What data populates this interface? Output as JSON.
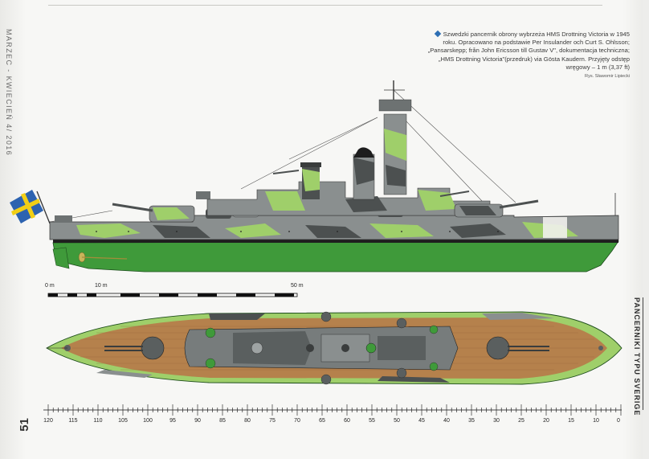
{
  "header": {
    "issue": "MARZEC - KWIECIEŃ 4/ 2016"
  },
  "page_number": "51",
  "caption": {
    "text": "Szwedzki pancernik obrony wybrzeża HMS Drottning Victoria w 1945 roku. Opracowano na podstawie Per Insulander och Curt S. Ohlsson; „Pansarskepp; från John Ericsson till Gustav V\", dokumentacja techniczna; „HMS Drottning Victoria\"(przedruk) via Gösta Kaudern. Przyjęty odstęp wręgowy – 1 m (3,37 ft)",
    "author": "Rys. Sławomir Lipiecki"
  },
  "series_tab": "PANCERNIKI TYPU SVERIGE",
  "scale_bar": {
    "labels": [
      "0 m",
      "10 m",
      "50 m"
    ]
  },
  "frame_ruler": {
    "labels": [
      "120",
      "115",
      "110",
      "105",
      "100",
      "95",
      "90",
      "85",
      "80",
      "75",
      "70",
      "65",
      "60",
      "55",
      "50",
      "45",
      "40",
      "35",
      "30",
      "25",
      "20",
      "15",
      "10",
      "0"
    ]
  },
  "colors": {
    "hull_green": "#3f9a3a",
    "camo_light": "#9fcf6a",
    "camo_grey": "#8a8f8f",
    "camo_dark": "#4c5050",
    "deck_wood": "#b5814c",
    "flag_blue": "#2d63b0",
    "flag_yellow": "#f2cf16",
    "accent": "#2e6fb4"
  },
  "icons": {
    "caption_bullet": "blue-diamond-icon",
    "flag": "swedish-flag-icon"
  }
}
